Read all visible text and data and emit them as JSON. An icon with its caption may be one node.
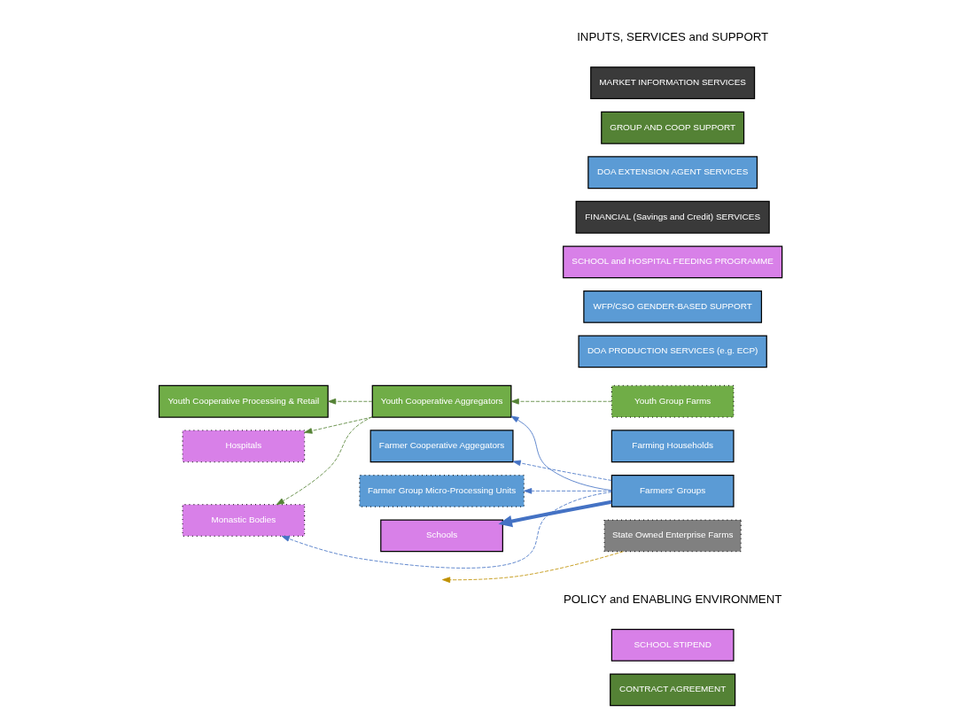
{
  "diagram": {
    "nodes": [
      {
        "text": [
          "SCHOOL STIPEND"
        ]
      },
      {
        "text": [
          "CONTRACT AGREEMENT"
        ]
      },
      {
        "text": [
          "Monastic Bodies"
        ]
      },
      {
        "text": [
          "Schools"
        ]
      },
      {
        "text": [
          "Hospitals"
        ]
      },
      {
        "text": [
          "Farmers' Groups"
        ]
      },
      {
        "text": [
          "Farming Households"
        ]
      },
      {
        "text": [
          "Farmer Group Micro-Processing Units"
        ]
      },
      {
        "text": [
          "Farmer Cooperative Aggegators"
        ]
      },
      {
        "text": [
          "State Owned Enterprise Farms"
        ]
      },
      {
        "text": [
          "Youth Cooperative Processing & Retail"
        ]
      },
      {
        "text": [
          "Youth Cooperative Aggregators"
        ]
      },
      {
        "text": [
          "Youth Group Farms"
        ]
      },
      {
        "text": [
          "MARKET INFORMATION SERVICES"
        ]
      },
      {
        "text": [
          "GROUP AND COOP SUPPORT"
        ]
      },
      {
        "text": [
          "DOA EXTENSION AGENT SERVICES"
        ]
      },
      {
        "text": [
          "FINANCIAL (Savings and Credit) SERVICES"
        ]
      },
      {
        "text": [
          "SCHOOL and HOSPITAL FEEDING PROGRAMME"
        ]
      },
      {
        "text": [
          "WFP/CSO GENDER-BASED SUPPORT"
        ]
      },
      {
        "text": [
          "DOA PRODUCTION SERVICES (e.g. ECP)"
        ]
      }
    ],
    "edges": [
      {
        "from": 5,
        "to": 2,
        "arrow": "to",
        "style": "dashed",
        "color": "#4472c4"
      },
      {
        "from": 5,
        "to": 3,
        "arrow": "to",
        "style": "thick",
        "color": "#4472c4"
      },
      {
        "from": 5,
        "to": 7,
        "arrow": "to",
        "style": "dashed",
        "color": "#4472c4"
      },
      {
        "from": 5,
        "to": 8,
        "arrow": "to",
        "style": "dashed",
        "color": "#4472c4"
      },
      {
        "from": 5,
        "to": 11,
        "arrow": "to",
        "color": "#4472c4"
      },
      {
        "from": 12,
        "to": 11,
        "arrow": "to",
        "style": "dashed",
        "color": "#548235"
      },
      {
        "from": 11,
        "to": 10,
        "arrow": "to",
        "style": "dashed",
        "color": "#548235"
      },
      {
        "from": 11,
        "to": 4,
        "arrow": "to",
        "style": "dashed",
        "color": "#548235"
      },
      {
        "from": 11,
        "to": 2,
        "arrow": "to",
        "style": "dashed",
        "color": "#548235"
      },
      {
        "from": 9,
        "to": null,
        "arrow": "to",
        "style": "dashed",
        "color": "#bf9000"
      }
    ],
    "labels": [
      "POLICY and ENABLING ENVIRONMENT",
      "INPUTS, SERVICES and SUPPORT"
    ]
  }
}
